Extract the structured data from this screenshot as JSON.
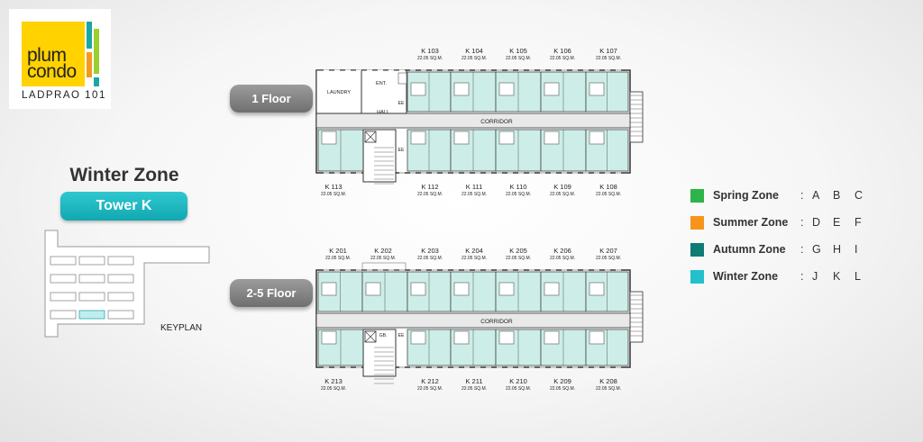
{
  "logo": {
    "word1": "plum",
    "word2": "condo",
    "tagline": "LADPRAO 101",
    "colors": [
      "#ffd200",
      "#1aa6a6",
      "#9ccf2e",
      "#f39a1e"
    ]
  },
  "zone_title": "Winter Zone",
  "tower_label": "Tower K",
  "keyplan_label": "KEYPLAN",
  "floors": [
    {
      "label": "1 Floor",
      "top_units": [
        {
          "id": "K 103",
          "area": "22.05 SQ.M."
        },
        {
          "id": "K 104",
          "area": "22.05 SQ.M."
        },
        {
          "id": "K 105",
          "area": "22.05 SQ.M."
        },
        {
          "id": "K 106",
          "area": "22.05 SQ.M."
        },
        {
          "id": "K 107",
          "area": "22.05 SQ.M."
        }
      ],
      "bottom_units": [
        {
          "id": "K 113",
          "area": "22.05 SQ.M."
        },
        {
          "id": "K 112",
          "area": "22.05 SQ.M."
        },
        {
          "id": "K 111",
          "area": "22.05 SQ.M."
        },
        {
          "id": "K 110",
          "area": "22.05 SQ.M."
        },
        {
          "id": "K 109",
          "area": "22.05 SQ.M."
        },
        {
          "id": "K 108",
          "area": "22.05 SQ.M."
        }
      ],
      "rooms": [
        "LAUNDRY",
        "ENT.",
        "HALL",
        "EE",
        "EE",
        "CORRIDOR"
      ]
    },
    {
      "label": "2-5 Floor",
      "top_units": [
        {
          "id": "K 201",
          "area": "22.05 SQ.M."
        },
        {
          "id": "K 202",
          "area": "22.05 SQ.M."
        },
        {
          "id": "K 203",
          "area": "22.05 SQ.M."
        },
        {
          "id": "K 204",
          "area": "22.05 SQ.M."
        },
        {
          "id": "K 205",
          "area": "22.05 SQ.M."
        },
        {
          "id": "K 206",
          "area": "22.05 SQ.M."
        },
        {
          "id": "K 207",
          "area": "22.05 SQ.M."
        }
      ],
      "bottom_units": [
        {
          "id": "K 213",
          "area": "22.05 SQ.M."
        },
        {
          "id": "K 212",
          "area": "22.05 SQ.M."
        },
        {
          "id": "K 211",
          "area": "22.05 SQ.M."
        },
        {
          "id": "K 210",
          "area": "22.05 SQ.M."
        },
        {
          "id": "K 209",
          "area": "22.05 SQ.M."
        },
        {
          "id": "K 208",
          "area": "22.05 SQ.M."
        }
      ],
      "rooms": [
        "GB.",
        "EE",
        "CORRIDOR"
      ]
    }
  ],
  "legend": [
    {
      "name": "Spring Zone",
      "color": "#2db34a",
      "letters": [
        "A",
        "B",
        "C"
      ]
    },
    {
      "name": "Summer Zone",
      "color": "#f7941d",
      "letters": [
        "D",
        "E",
        "F"
      ]
    },
    {
      "name": "Autumn Zone",
      "color": "#0f7b73",
      "letters": [
        "G",
        "H",
        "I"
      ]
    },
    {
      "name": "Winter Zone",
      "color": "#22c0cc",
      "letters": [
        "J",
        "K",
        "L"
      ]
    }
  ],
  "colors": {
    "unit_fill": "#cdeee8",
    "accent": "#22c0cc",
    "pill": "#808080"
  }
}
